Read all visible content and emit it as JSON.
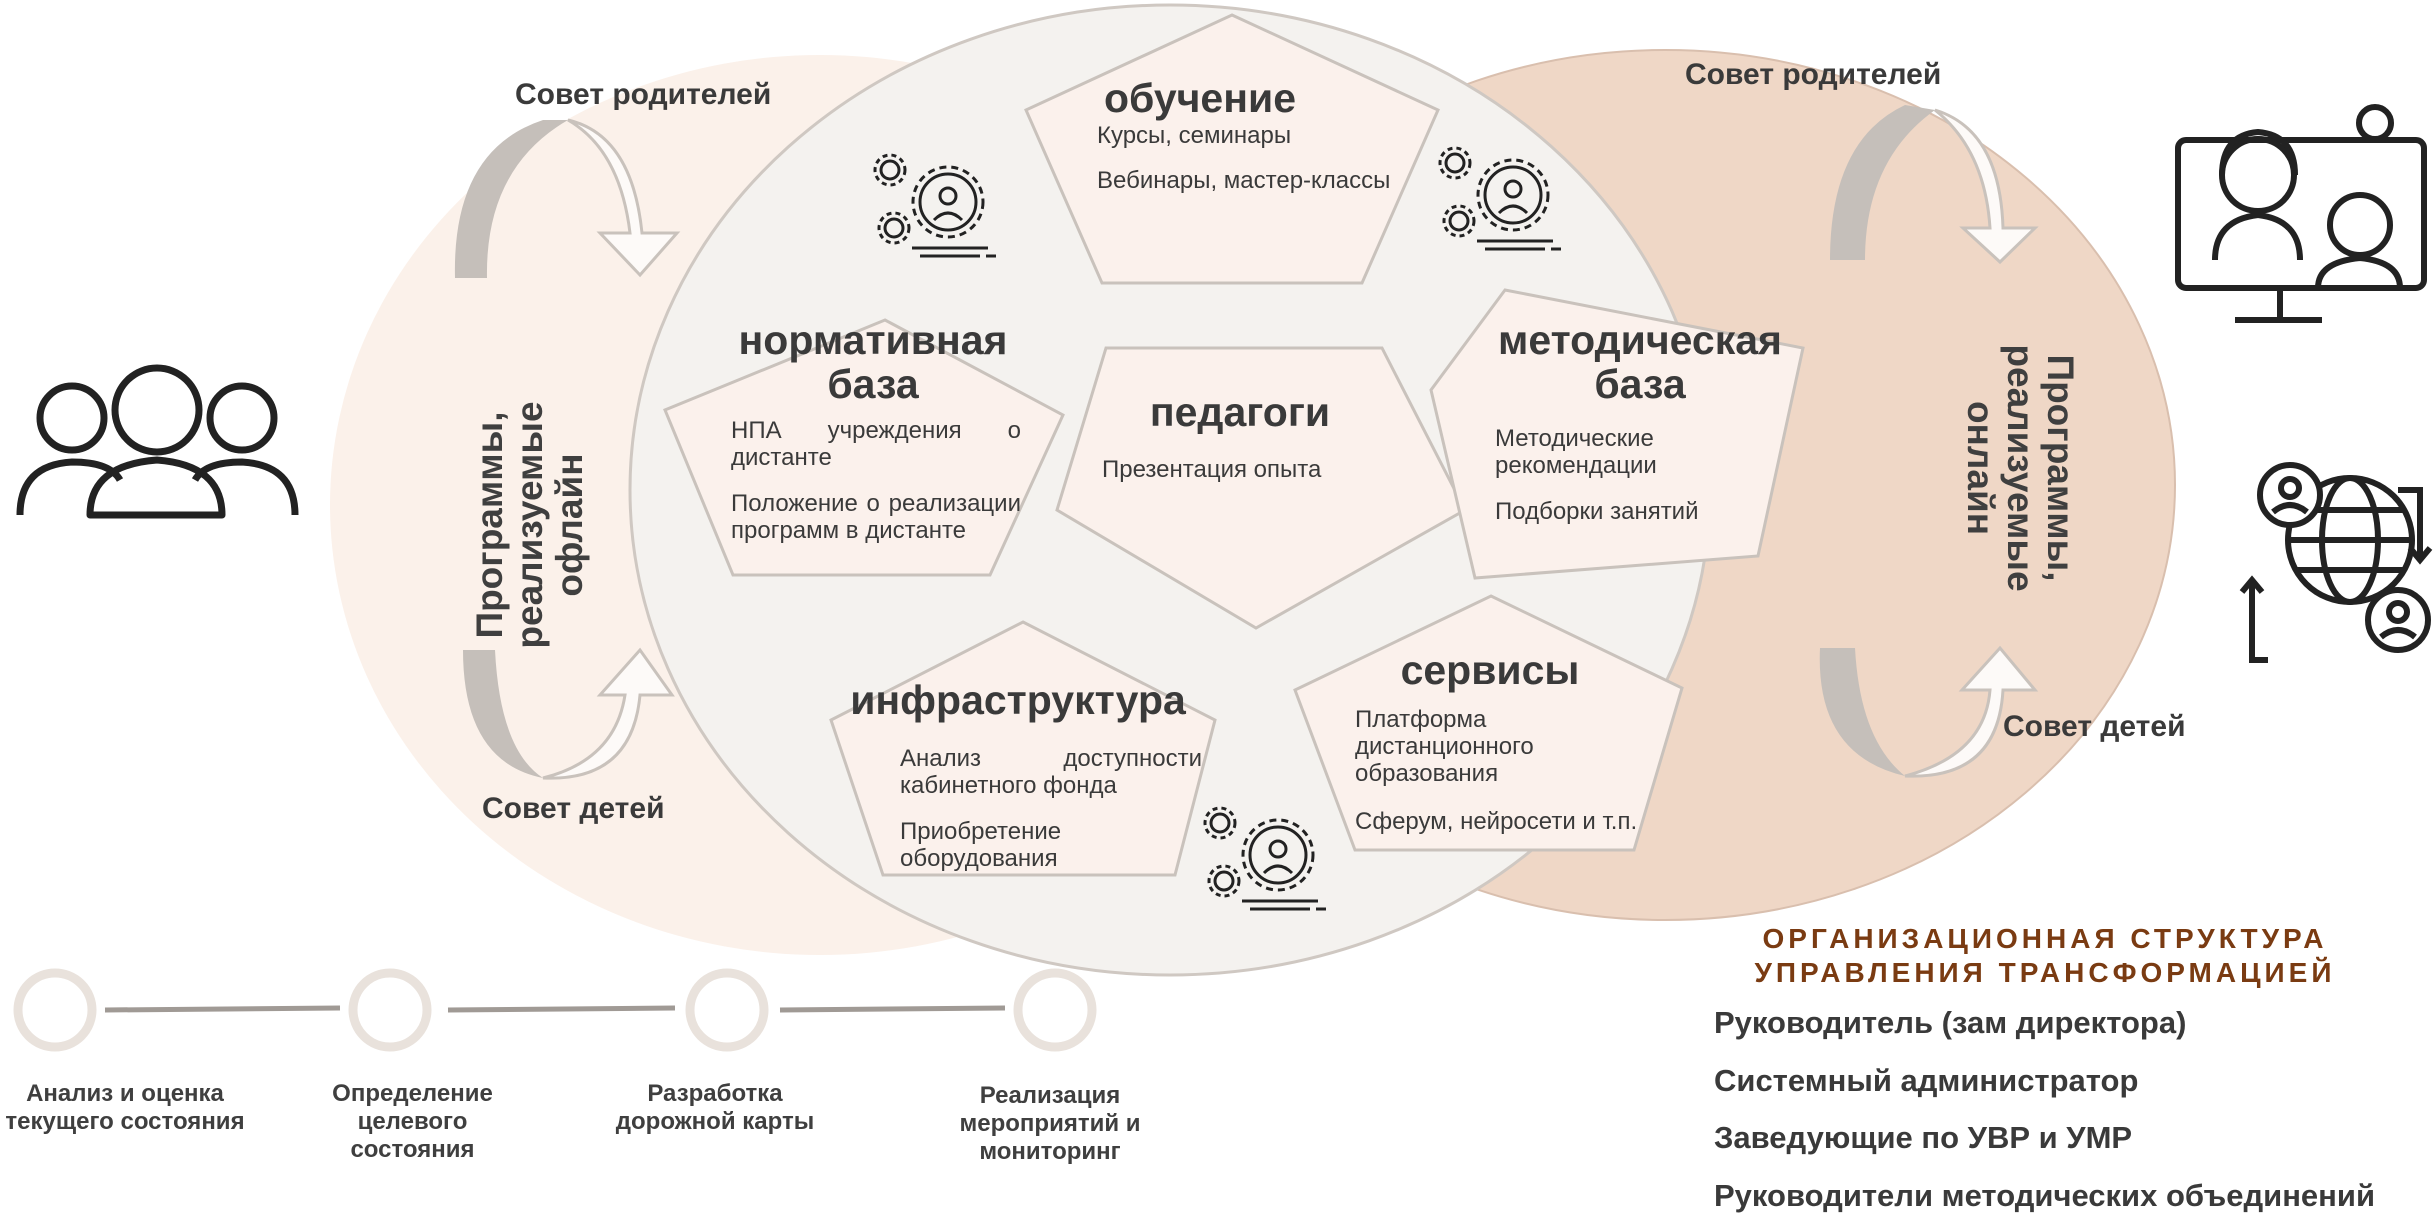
{
  "colors": {
    "left_ellipse": "#fbf1ea",
    "right_ellipse": "#efd7c6",
    "center_ellipse": "#f4f2ef",
    "pentagon_fill": "#fbf1ec",
    "outline": "#c9c2bc",
    "text_dark": "#3a3a3a",
    "accent_title": "#7a3b12",
    "arrow_grey": "#c5bfba"
  },
  "center": {
    "heading": "педагоги",
    "items": [
      "Презентация опыта"
    ]
  },
  "training": {
    "heading": "обучение",
    "items": [
      "Курсы, семинары",
      "Вебинары, мастер-классы"
    ]
  },
  "normative": {
    "heading": "нормативная база",
    "items": [
      "НПА учреждения о дистанте",
      "Положение о реализации программ в дистанте"
    ]
  },
  "methodical": {
    "heading": "методическая база",
    "items": [
      "Методические рекомендации",
      "Подборки занятий"
    ]
  },
  "infrastructure": {
    "heading": "инфраструктура",
    "items": [
      "Анализ доступности кабинетного фонда",
      "Приобретение оборудования"
    ]
  },
  "services": {
    "heading": "сервисы",
    "items": [
      "Платформа дистанционного образования",
      "Сферум, нейросети и т.п."
    ]
  },
  "left_side": {
    "parents_council": "Совет родителей",
    "children_council": "Совет детей",
    "programs_label": "Программы, реализуемые офлайн"
  },
  "right_side": {
    "parents_council": "Совет родителей",
    "children_council": "Совет детей",
    "programs_label": "Программы, реализуемые онлайн"
  },
  "icons": {
    "group": "people-group-icon",
    "online_class": "online-class-icon",
    "global_network": "global-network-icon",
    "gears": "gear-person-icon"
  },
  "timeline": {
    "steps": [
      "Анализ и оценка текущего состояния",
      "Определение целевого состояния",
      "Разработка дорожной карты",
      "Реализация мероприятий и мониторинг"
    ]
  },
  "org": {
    "title": "ОРГАНИЗАЦИОННАЯ СТРУКТУРА УПРАВЛЕНИЯ ТРАНСФОРМАЦИЕЙ",
    "members": [
      "Руководитель (зам директора)",
      "Системный администратор",
      "Заведующие по УВР и УМР",
      "Руководители методических объединений"
    ]
  }
}
